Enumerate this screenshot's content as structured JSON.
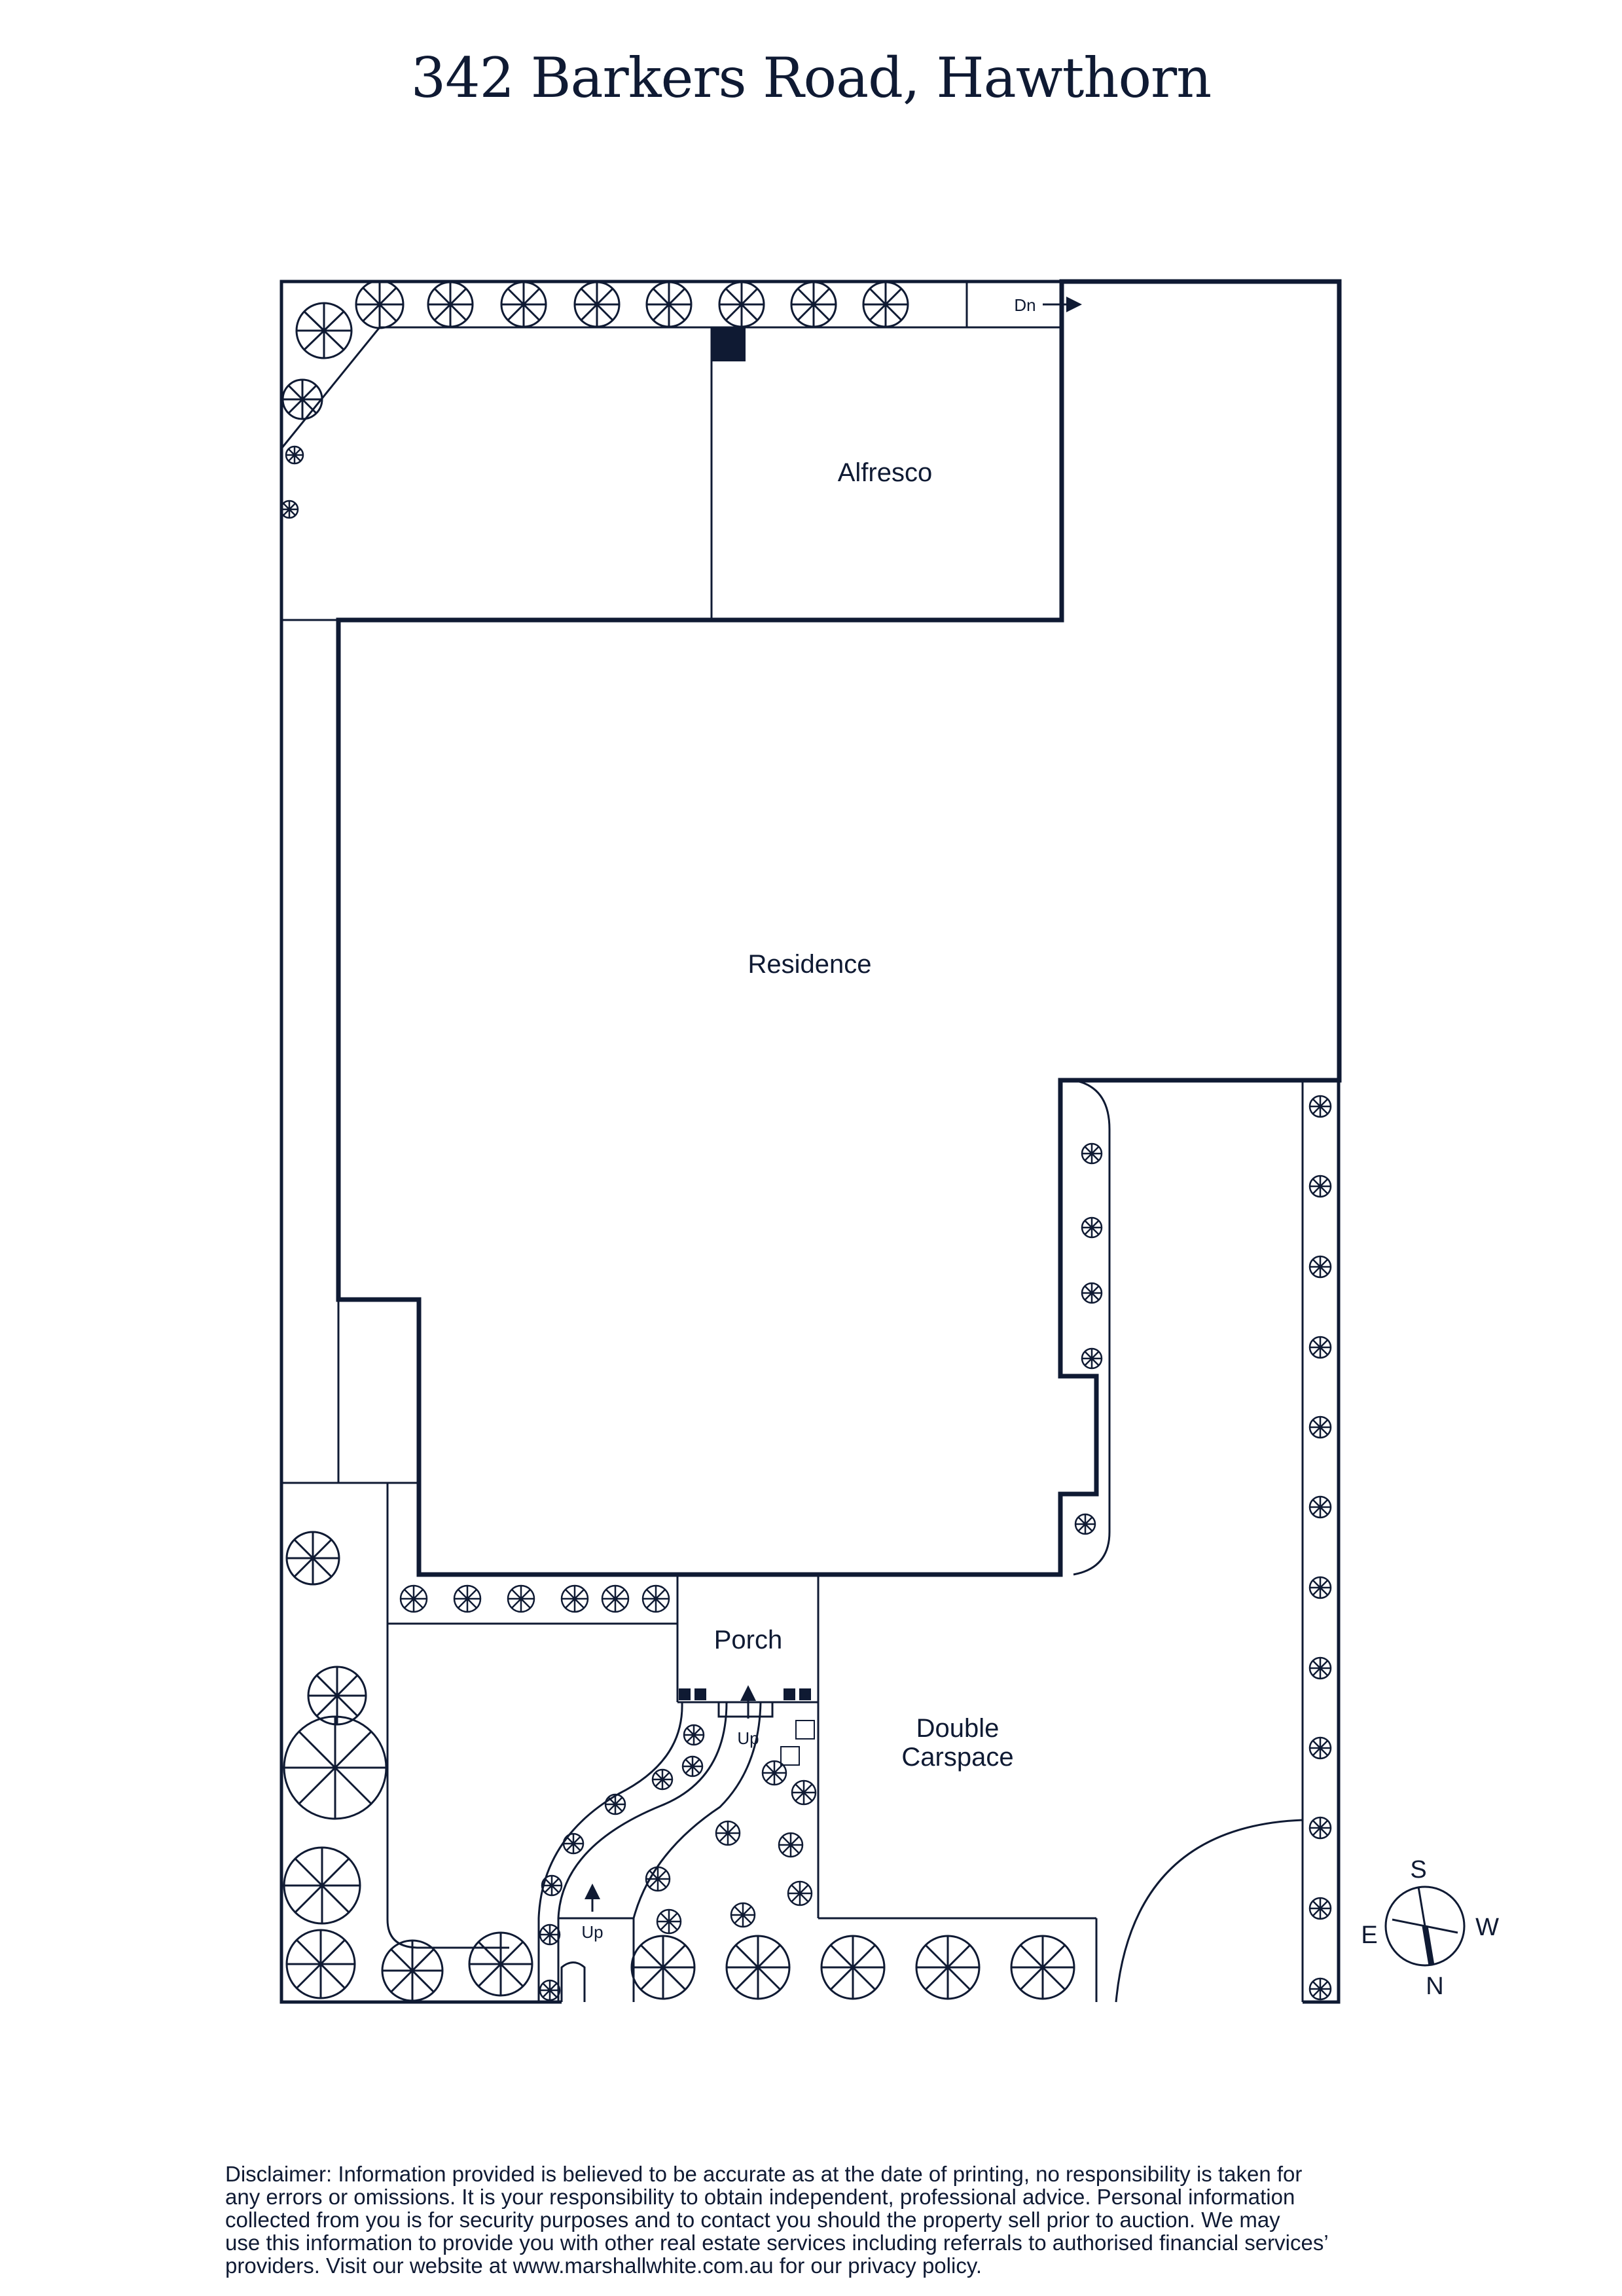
{
  "title": "342 Barkers Road, Hawthorn",
  "rooms": {
    "alfresco": "Alfresco",
    "residence": "Residence",
    "porch": "Porch",
    "carspace_line1": "Double",
    "carspace_line2": "Carspace"
  },
  "stairs": {
    "down": "Dn",
    "up_porch": "Up",
    "up_path": "Up"
  },
  "compass": {
    "south": "S",
    "west": "W",
    "east": "E",
    "north": "N"
  },
  "disclaimer": {
    "line1": "Disclaimer: Information provided is believed to be accurate as at the date of printing, no responsibility is taken for",
    "line2": "any errors or omissions. It is your responsibility to obtain independent, professional advice. Personal information",
    "line3": "collected from you is for security purposes and to contact you should the property sell prior to auction. We may",
    "line4": "use this information to provide you with other real estate services including referrals to authorised financial services’",
    "line5": "providers. Visit our website at www.marshallwhite.com.au for our privacy policy."
  },
  "colors": {
    "ink": "#0f1a33",
    "background": "#ffffff"
  },
  "icons": {
    "tree": "tree-icon",
    "shrub": "shrub-icon",
    "compass": "compass-icon",
    "arrow": "arrow-icon"
  }
}
